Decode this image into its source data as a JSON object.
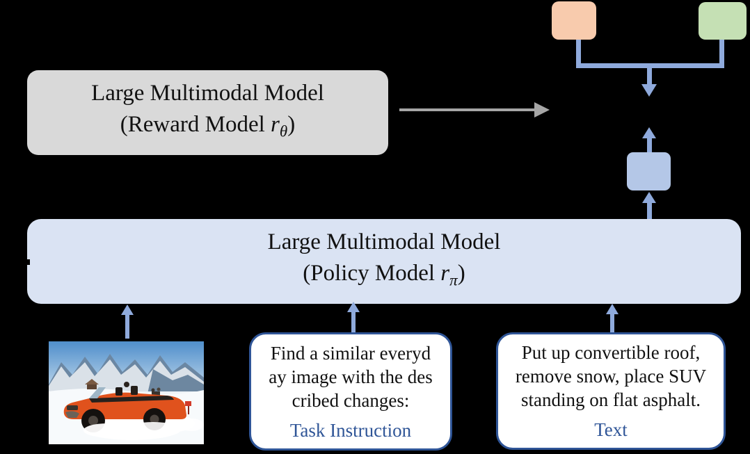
{
  "figure": {
    "background": "#000000",
    "reward_box": {
      "line1": "Large Multimodal Model",
      "line2_prefix": "(Reward Model ",
      "line2_var": "r",
      "line2_sub": "θ",
      "line2_suffix": ")",
      "fill": "#d9d9d9"
    },
    "policy_box": {
      "line1": "Large Multimodal Model",
      "line2_prefix": "(Policy Model ",
      "line2_var": "r",
      "line2_sub": "π",
      "line2_suffix": ")",
      "fill": "#dae3f3"
    },
    "candidate_boxes": {
      "orange_fill": "#f8cbad",
      "green_fill": "#c5e0b4",
      "token_fill": "#b4c7e7"
    },
    "inputs": {
      "image_alt": "orange convertible SUV driving through snow with mountains behind",
      "task_box": {
        "line1": "Find a similar everyd",
        "line2": "ay image with the des",
        "line3": "cribed changes:",
        "label": "Task Instruction"
      },
      "text_box": {
        "line1": "Put up convertible roof,",
        "line2": "remove snow, place SUV",
        "line3": "standing on flat asphalt.",
        "label": "Text"
      }
    },
    "colors": {
      "arrow_blue": "#8faadc",
      "arrow_gray": "#a6a6a6",
      "speech_border_blue": "#2f5597",
      "label_blue": "#2f5597"
    }
  }
}
